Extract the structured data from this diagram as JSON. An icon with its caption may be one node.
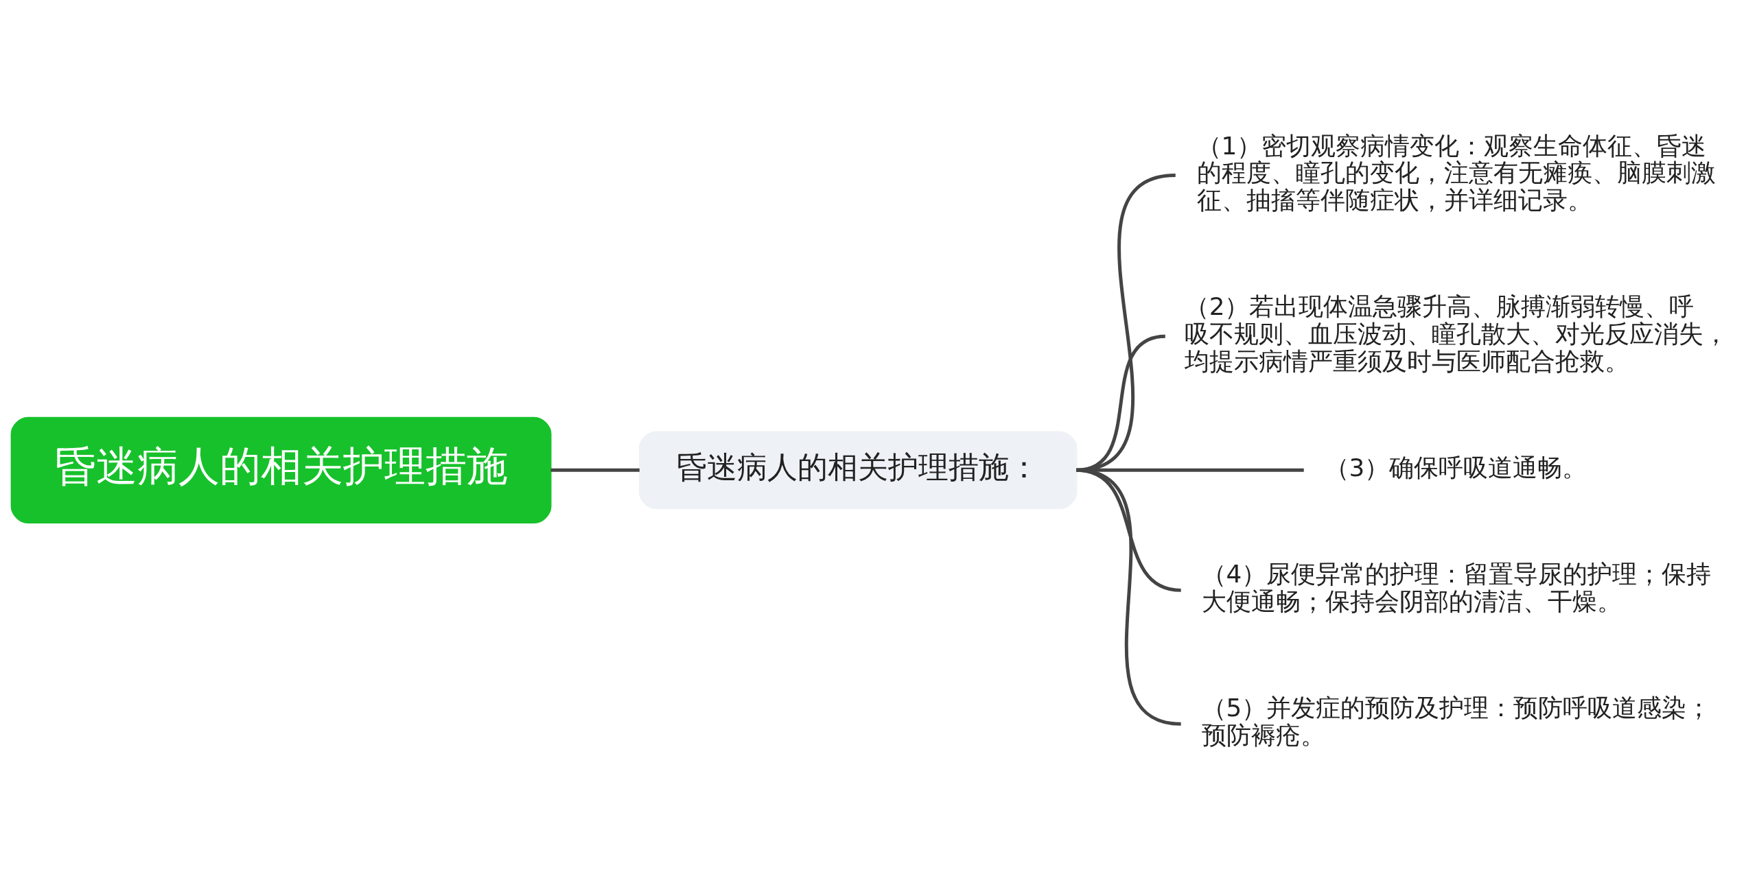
{
  "diagram": {
    "nodes": [
      {
        "text": [
          "昏迷病人的相关护理措施"
        ]
      },
      {
        "text": [
          "昏迷病人的相关护理措施："
        ]
      },
      {
        "text": [
          "（1）密切观察病情变化：观察生命体征、昏迷的程度、瞳孔的变化，注意有无瘫痪、脑膜刺激征、抽搐等伴随症状，并详细记录。"
        ]
      },
      {
        "text": [
          "（2）若出现体温急骤升高、脉搏渐弱转慢、呼吸不规则、血压波动、瞳孔散大、对光反应消失，均提示病情严重须及时与医师配合抢救。"
        ]
      },
      {
        "text": [
          "（3）确保呼吸道通畅。"
        ]
      },
      {
        "text": [
          "（4）尿便异常的护理：留置导尿的护理；保持大便通畅；保持会阴部的清洁、干燥。"
        ]
      },
      {
        "text": [
          "（5）并发症的预防及护理：预防呼吸道感染；预防褥疮。"
        ]
      }
    ],
    "edges": [
      {
        "from": 0,
        "to": 1,
        "arrow": "none"
      },
      {
        "from": 1,
        "to": 2,
        "arrow": "none"
      },
      {
        "from": 1,
        "to": 3,
        "arrow": "none"
      },
      {
        "from": 1,
        "to": 4,
        "arrow": "none"
      },
      {
        "from": 1,
        "to": 5,
        "arrow": "none"
      },
      {
        "from": 1,
        "to": 6,
        "arrow": "none"
      }
    ]
  }
}
